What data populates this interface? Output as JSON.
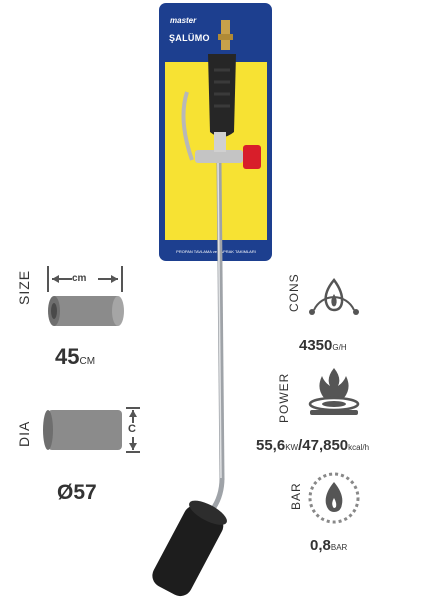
{
  "card": {
    "brand_top": "master",
    "brand_bottom": "ŞALÜMO",
    "footer_text": "PROPAN TAVLAMA ve YAPRAK TAKIMLARI"
  },
  "size": {
    "label": "SIZE",
    "unit_marker": "cm",
    "value": "45",
    "unit": "CM"
  },
  "dia": {
    "label": "DIA",
    "marker": "C",
    "value": "Ø57"
  },
  "cons": {
    "label": "CONS",
    "value": "4350",
    "unit": "G/H"
  },
  "power": {
    "label": "POWER",
    "value_kw": "55,6",
    "unit_kw": "KW",
    "separator": "/",
    "value_kcal": "47,850",
    "unit_kcal": "kcal/h"
  },
  "bar": {
    "label": "BAR",
    "value": "0,8",
    "unit": "BAR"
  },
  "icons": [
    "cylinder-icon",
    "flame-icon",
    "burner-icon",
    "gauge-flame-icon"
  ],
  "colors": {
    "card_blue": "#1d3f8f",
    "card_yellow": "#f7e233",
    "valve_red": "#d81e2a",
    "text_gray": "#333333"
  }
}
